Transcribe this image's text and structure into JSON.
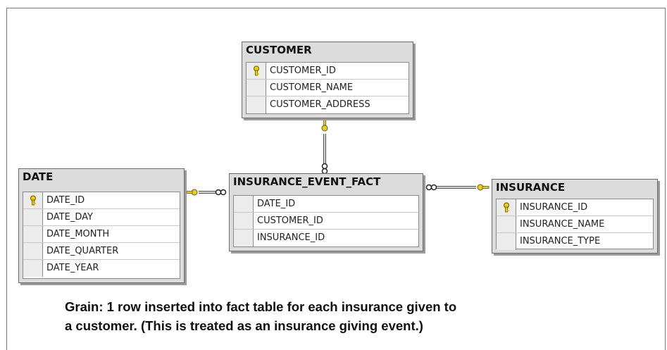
{
  "tables": {
    "customer": {
      "name": "CUSTOMER",
      "columns": [
        {
          "name": "CUSTOMER_ID",
          "key": true
        },
        {
          "name": "CUSTOMER_NAME",
          "key": false
        },
        {
          "name": "CUSTOMER_ADDRESS",
          "key": false
        }
      ]
    },
    "date": {
      "name": "DATE",
      "columns": [
        {
          "name": "DATE_ID",
          "key": true
        },
        {
          "name": "DATE_DAY",
          "key": false
        },
        {
          "name": "DATE_MONTH",
          "key": false
        },
        {
          "name": "DATE_QUARTER",
          "key": false
        },
        {
          "name": "DATE_YEAR",
          "key": false
        }
      ]
    },
    "fact": {
      "name": "INSURANCE_EVENT_FACT",
      "columns": [
        {
          "name": "DATE_ID",
          "key": false
        },
        {
          "name": "CUSTOMER_ID",
          "key": false
        },
        {
          "name": "INSURANCE_ID",
          "key": false
        }
      ]
    },
    "insurance": {
      "name": "INSURANCE",
      "columns": [
        {
          "name": "INSURANCE_ID",
          "key": true
        },
        {
          "name": "INSURANCE_NAME",
          "key": false
        },
        {
          "name": "INSURANCE_TYPE",
          "key": false
        }
      ]
    }
  },
  "caption": {
    "line1": "Grain: 1 row inserted into fact table for each insurance given to",
    "line2": "a customer. (This is treated as an insurance giving event.)"
  },
  "colors": {
    "key_icon": "#e8c400",
    "table_header": "#dcdcdc"
  }
}
